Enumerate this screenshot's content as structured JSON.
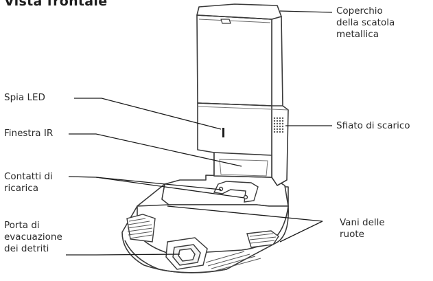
{
  "title": "Vista frontale",
  "labels": {
    "coperchio": [
      "Coperchio",
      "della scatola",
      "metallica"
    ],
    "sfiato": "Sfiato di scarico",
    "spia": "Spia LED",
    "finestra": "Finestra IR",
    "contatti": [
      "Contatti di",
      "ricarica"
    ],
    "porta": [
      "Porta di",
      "evacuazione",
      "dei detriti"
    ],
    "vani": [
      "Vani delle",
      "ruote"
    ]
  },
  "colors": {
    "leader": "#1c1c1c",
    "outline": "#3a3a3a",
    "text": "#2b2b2b"
  }
}
